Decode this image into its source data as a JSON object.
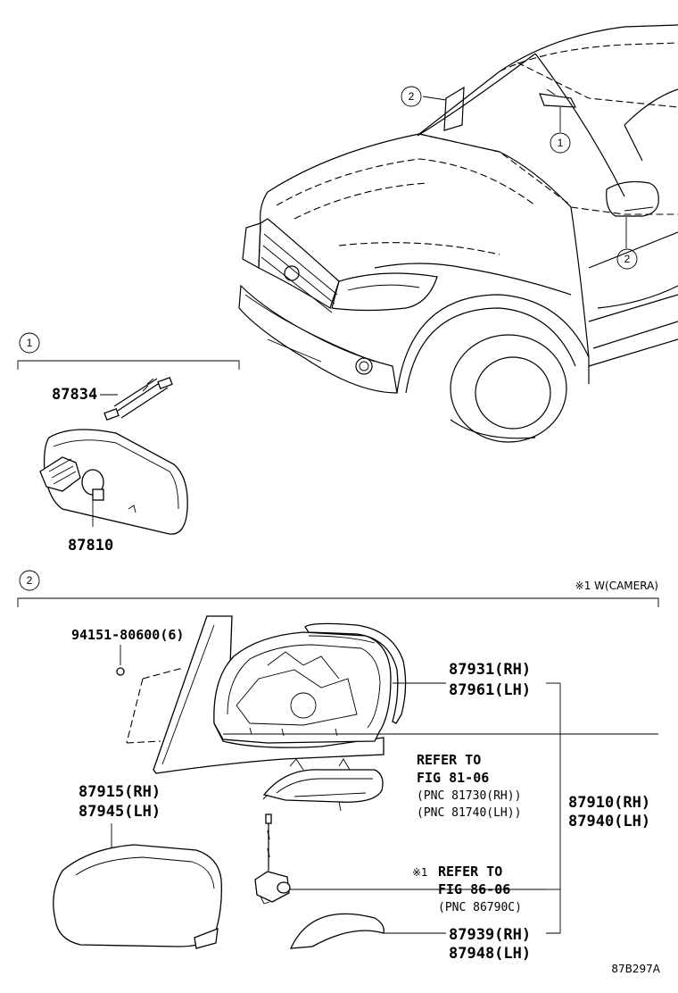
{
  "callouts": {
    "one": "1",
    "two": "2"
  },
  "section1": {
    "parts": [
      {
        "number": "87834"
      },
      {
        "number": "87810"
      }
    ]
  },
  "section2": {
    "note": "※1 W(CAMERA)",
    "bolt": "94151-80600(6)",
    "cover_rh": "87915(RH)",
    "cover_lh": "87945(LH)",
    "housing_rh": "87931(RH)",
    "housing_lh": "87961(LH)",
    "assy_rh": "87910(RH)",
    "assy_lh": "87940(LH)",
    "refer1": {
      "title": "REFER TO",
      "fig": "FIG 81-06",
      "pnc_rh": "(PNC 81730(RH))",
      "pnc_lh": "(PNC 81740(LH))"
    },
    "refer2": {
      "mark": "※1",
      "title": "REFER TO",
      "fig": "FIG 86-06",
      "pnc": "(PNC 86790C)"
    },
    "trim_rh": "87939(RH)",
    "trim_lh": "87948(LH)"
  },
  "figure_code": "87B297A"
}
